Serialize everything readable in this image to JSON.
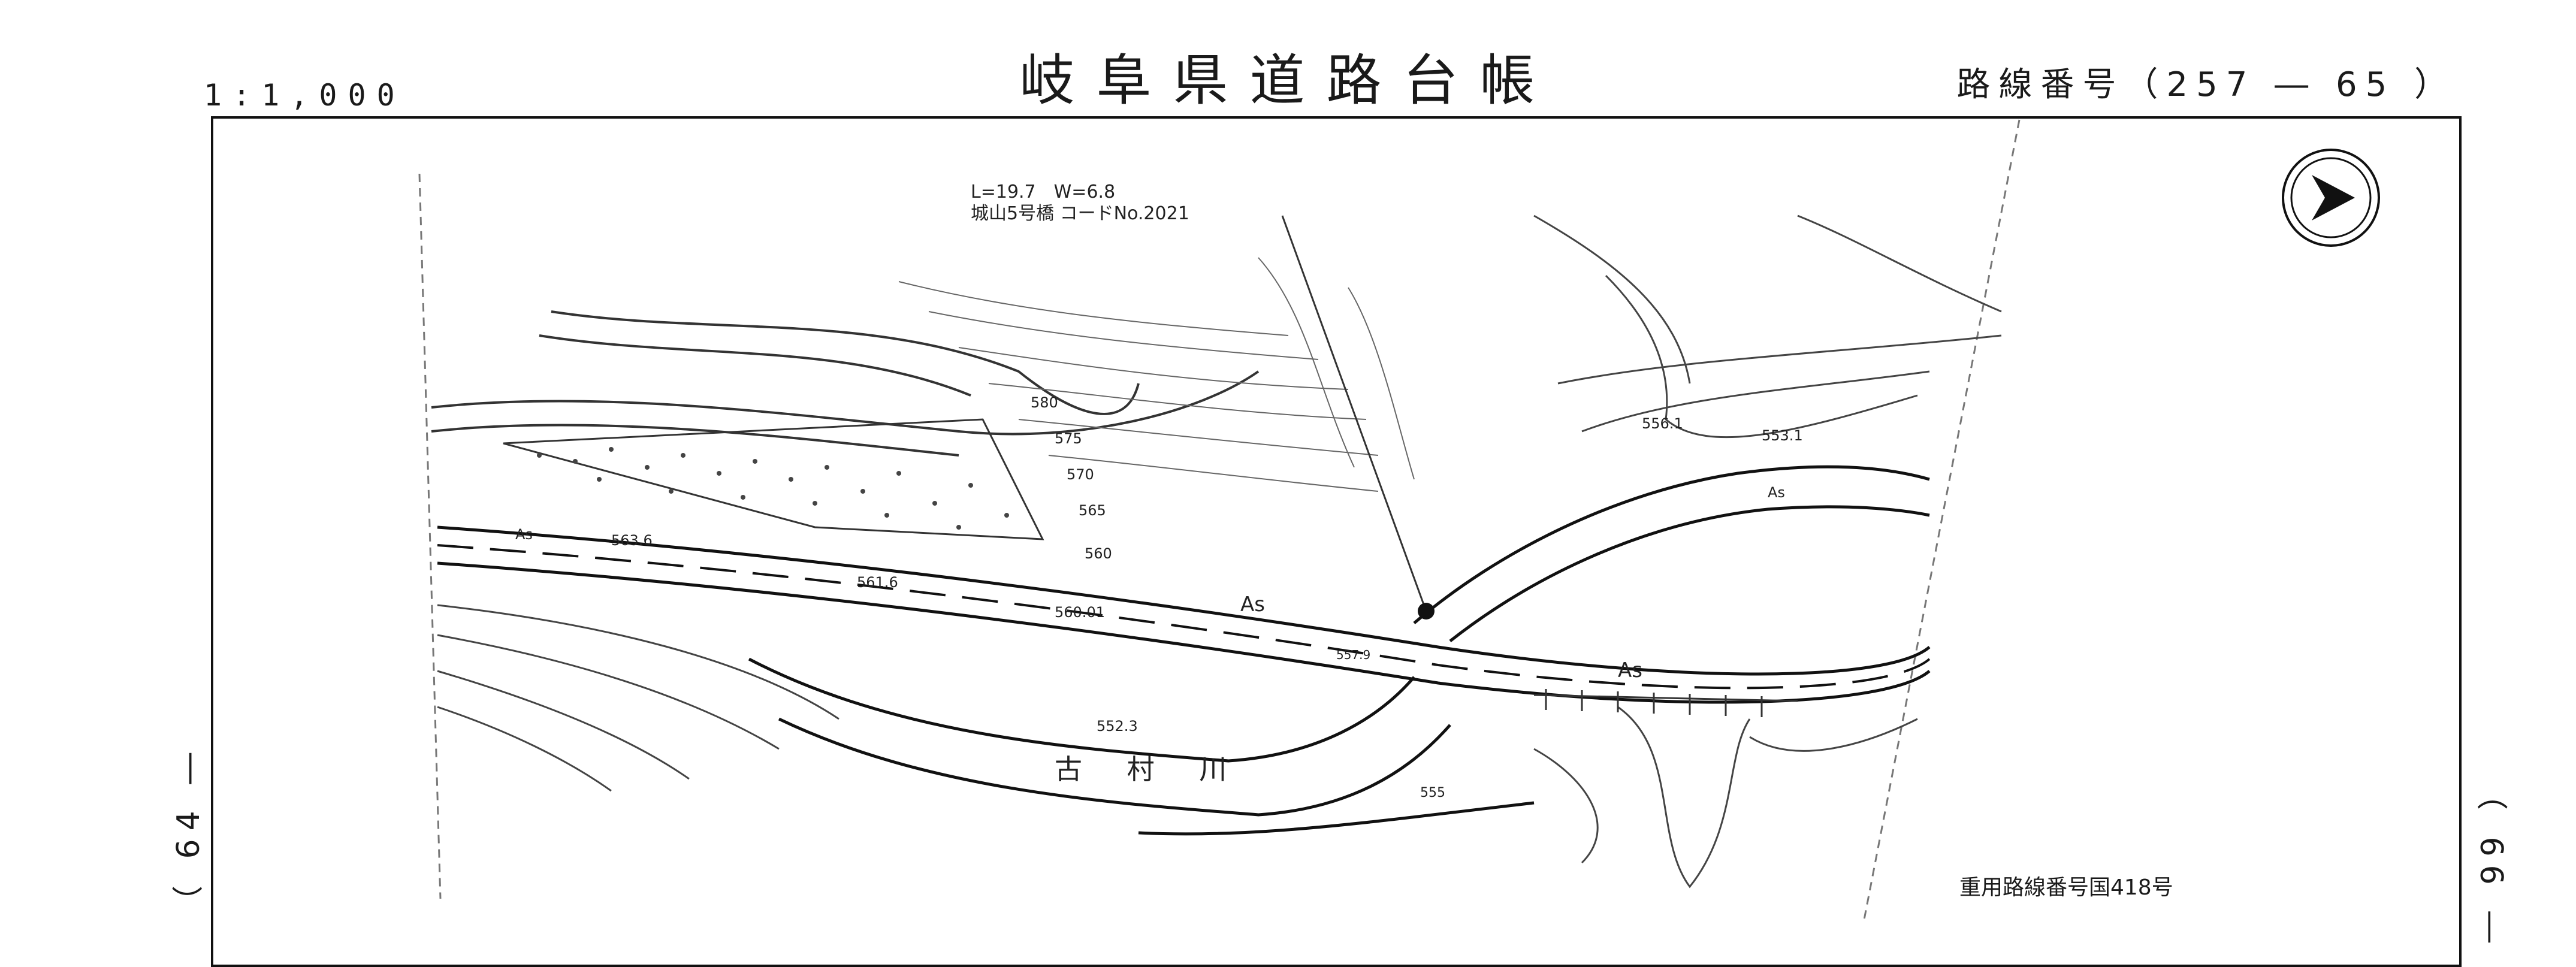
{
  "title": "岐阜県道路台帳",
  "scale": "1:1,000",
  "route_number": "路線番号（257 ― 65 ）",
  "adjacent_left": "（ 64 ―",
  "adjacent_right": "（ 66 ―",
  "overlap_route": "重用路線番号国418号",
  "bridge_dims": "L=19.7　W=6.8",
  "bridge_name": "城山5号橋 コードNo.2021",
  "river": "古 村 川",
  "surface_labels": [
    "As",
    "As",
    "As",
    "As"
  ],
  "contour_labels": [
    "580",
    "575",
    "570",
    "565",
    "560",
    "563.6",
    "561.6",
    "560.01",
    "557.9",
    "552.3",
    "555",
    "556.1",
    "553.1"
  ],
  "north_arrow": "north-arrow"
}
